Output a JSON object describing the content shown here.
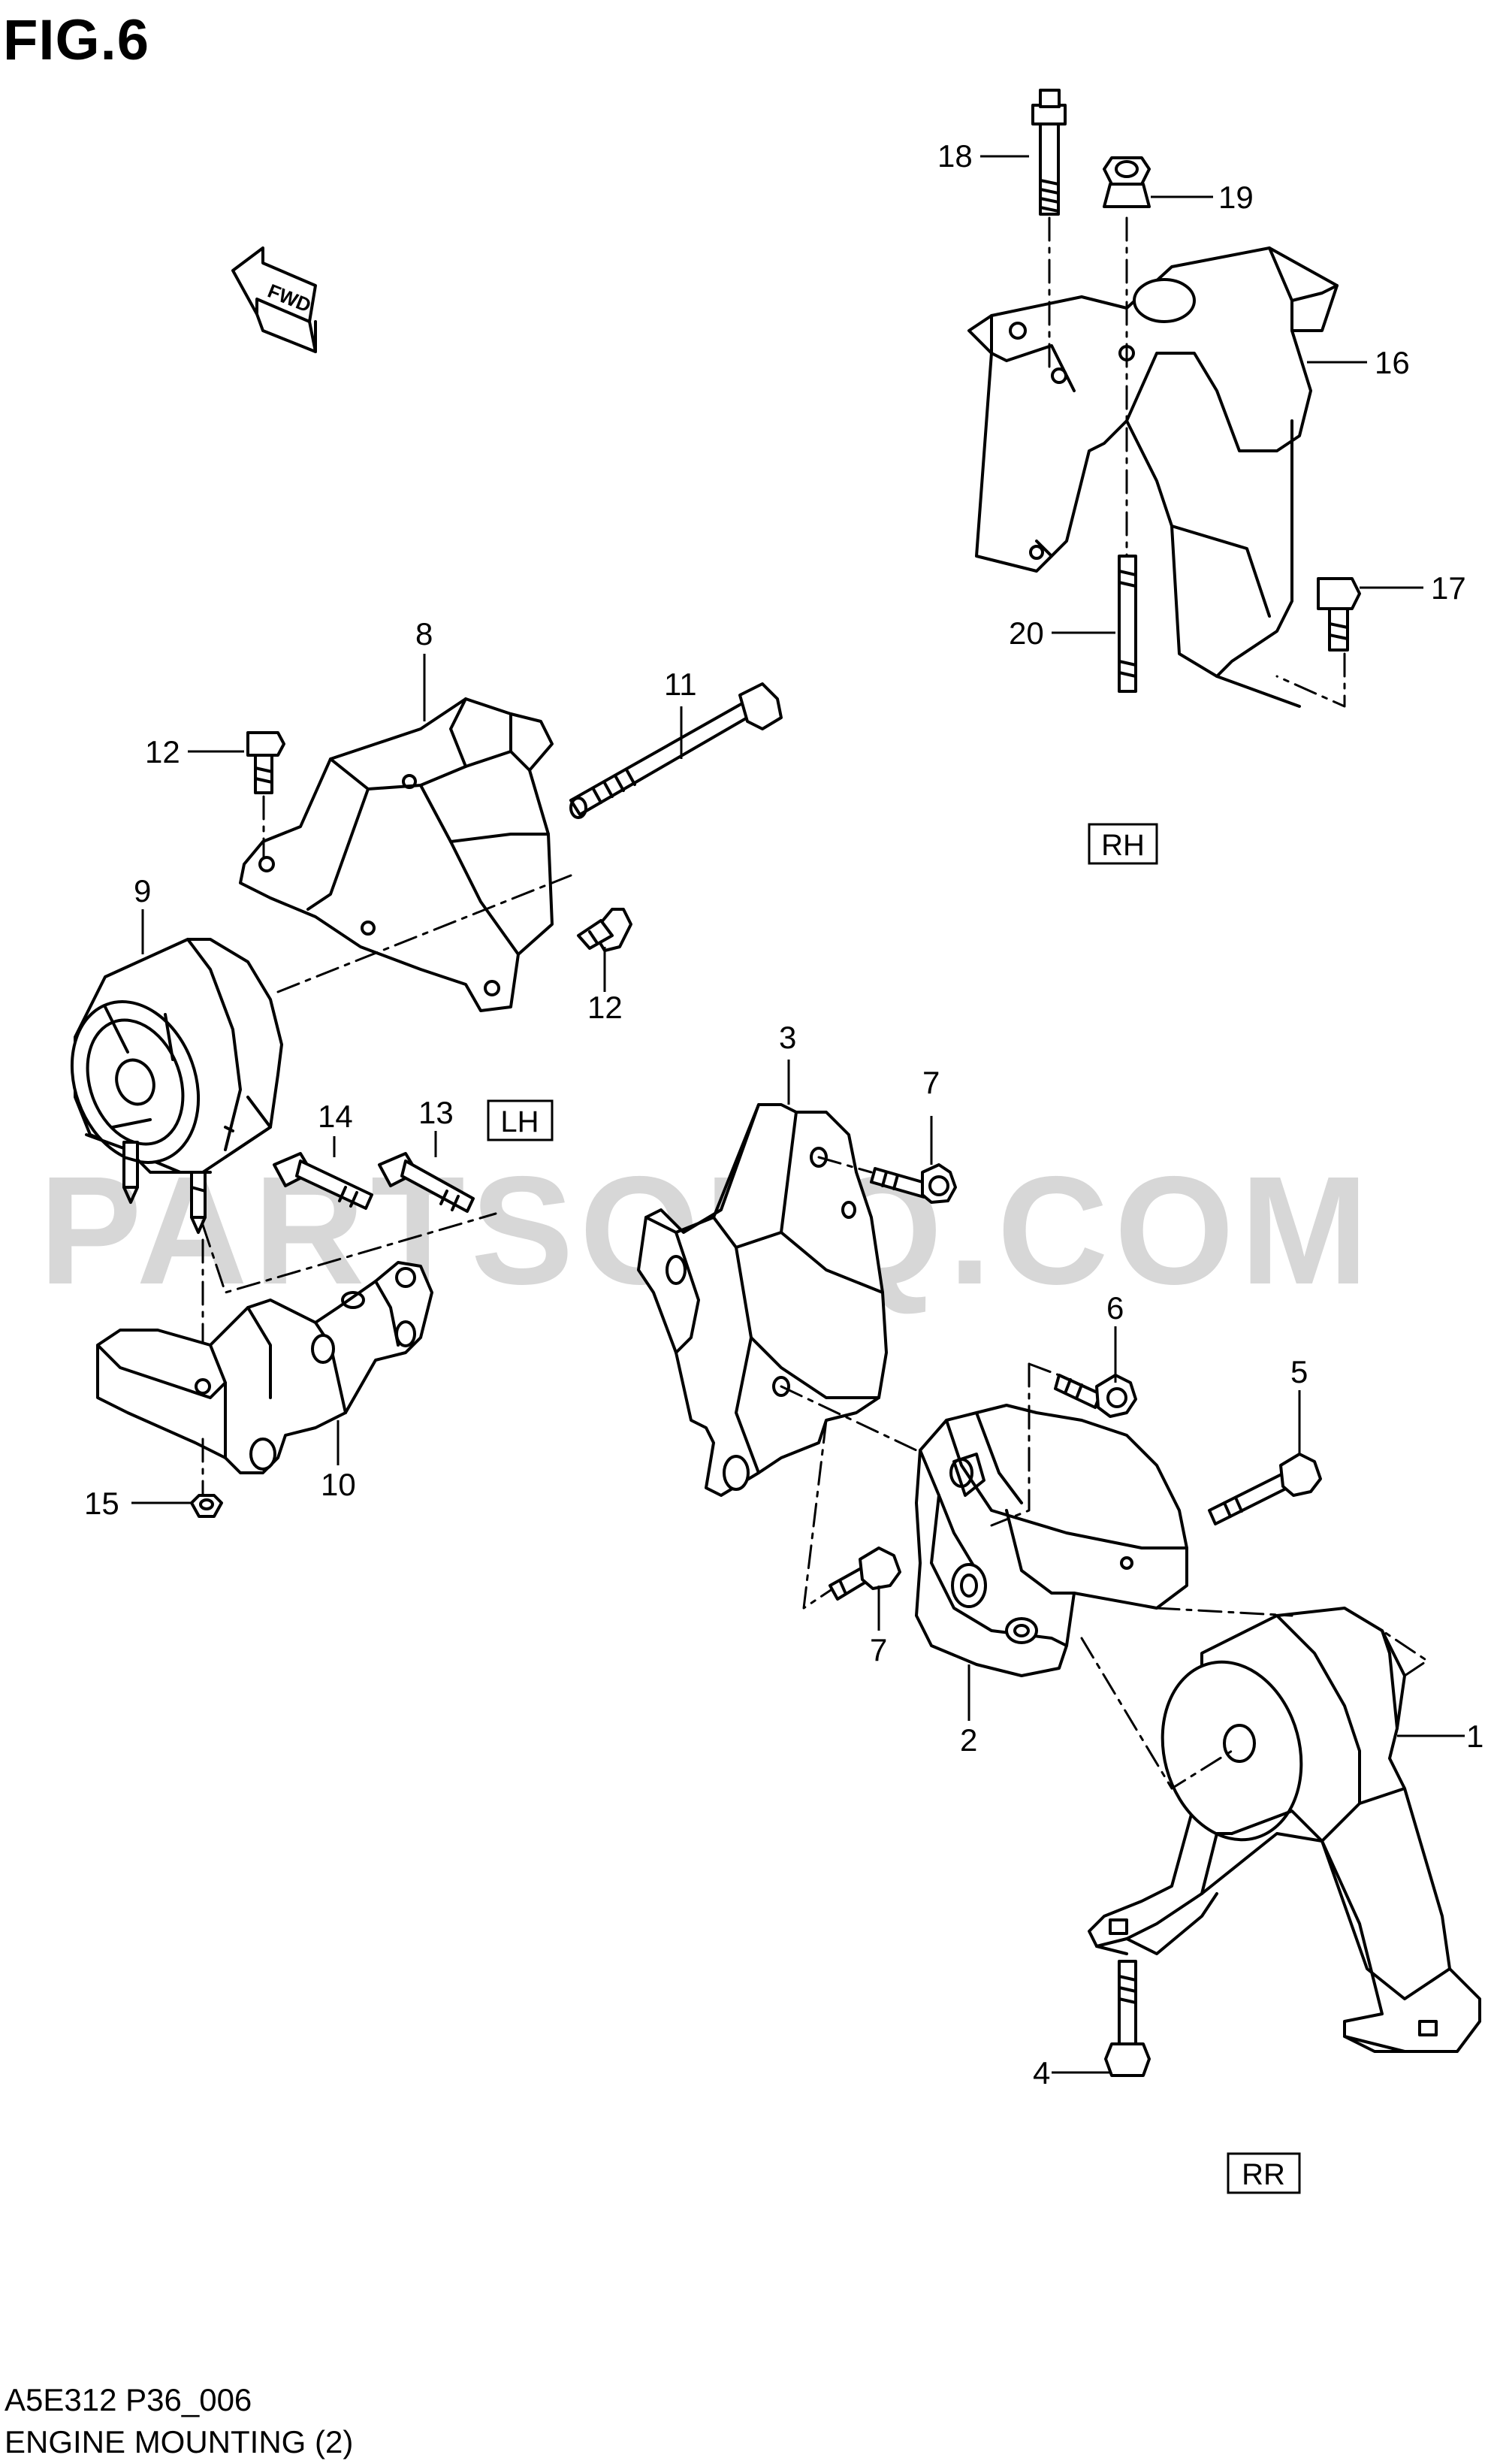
{
  "figure": {
    "title": "FIG.6",
    "drawing_code": "A5E312 P36_006",
    "caption": "ENGINE MOUNTING (2)",
    "watermark": "PARTSOUQ.COM",
    "direction_label": "FWD"
  },
  "section_labels": {
    "rh": "RH",
    "lh": "LH",
    "rr": "RR"
  },
  "callouts": {
    "c1": "1",
    "c2": "2",
    "c3": "3",
    "c4": "4",
    "c5": "5",
    "c6": "6",
    "c7a": "7",
    "c7b": "7",
    "c8": "8",
    "c9": "9",
    "c10": "10",
    "c11": "11",
    "c12a": "12",
    "c12b": "12",
    "c13": "13",
    "c14": "14",
    "c15": "15",
    "c16": "16",
    "c17": "17",
    "c18": "18",
    "c19": "19",
    "c20": "20"
  },
  "colors": {
    "line": "#000000",
    "watermark": "#d7d7d7",
    "background": "#ffffff"
  }
}
